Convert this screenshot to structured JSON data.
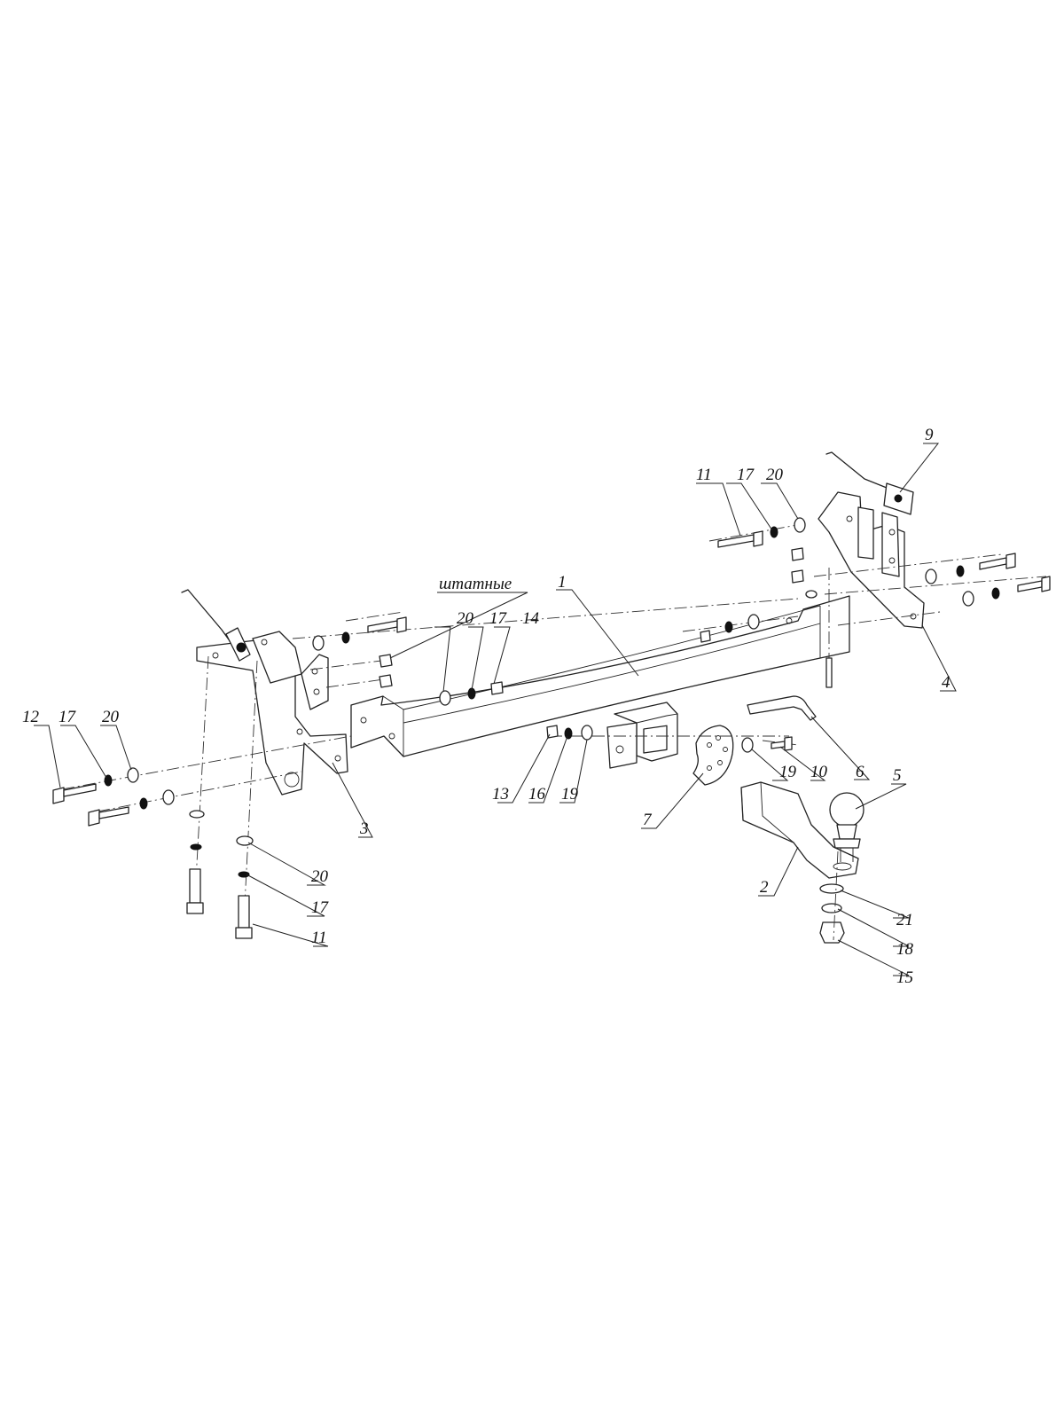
{
  "labels": {
    "p1": "1",
    "p2": "2",
    "p3": "3",
    "p4": "4",
    "p5": "5",
    "p6": "6",
    "p7": "7",
    "p9": "9",
    "p10": "10",
    "p11_right": "11",
    "p11_bottom": "11",
    "p12": "12",
    "p13": "13",
    "p14": "14",
    "p15": "15",
    "p16": "16",
    "p17_left": "17",
    "p17_center": "17",
    "p17_right": "17",
    "p17_bottom": "17",
    "p18": "18",
    "p19_center": "19",
    "p19_right": "19",
    "p20_left": "20",
    "p20_center": "20",
    "p20_right": "20",
    "p20_bottom": "20",
    "p21": "21",
    "standard": "штатные"
  },
  "colors": {
    "line": "#222222",
    "background": "#ffffff"
  }
}
